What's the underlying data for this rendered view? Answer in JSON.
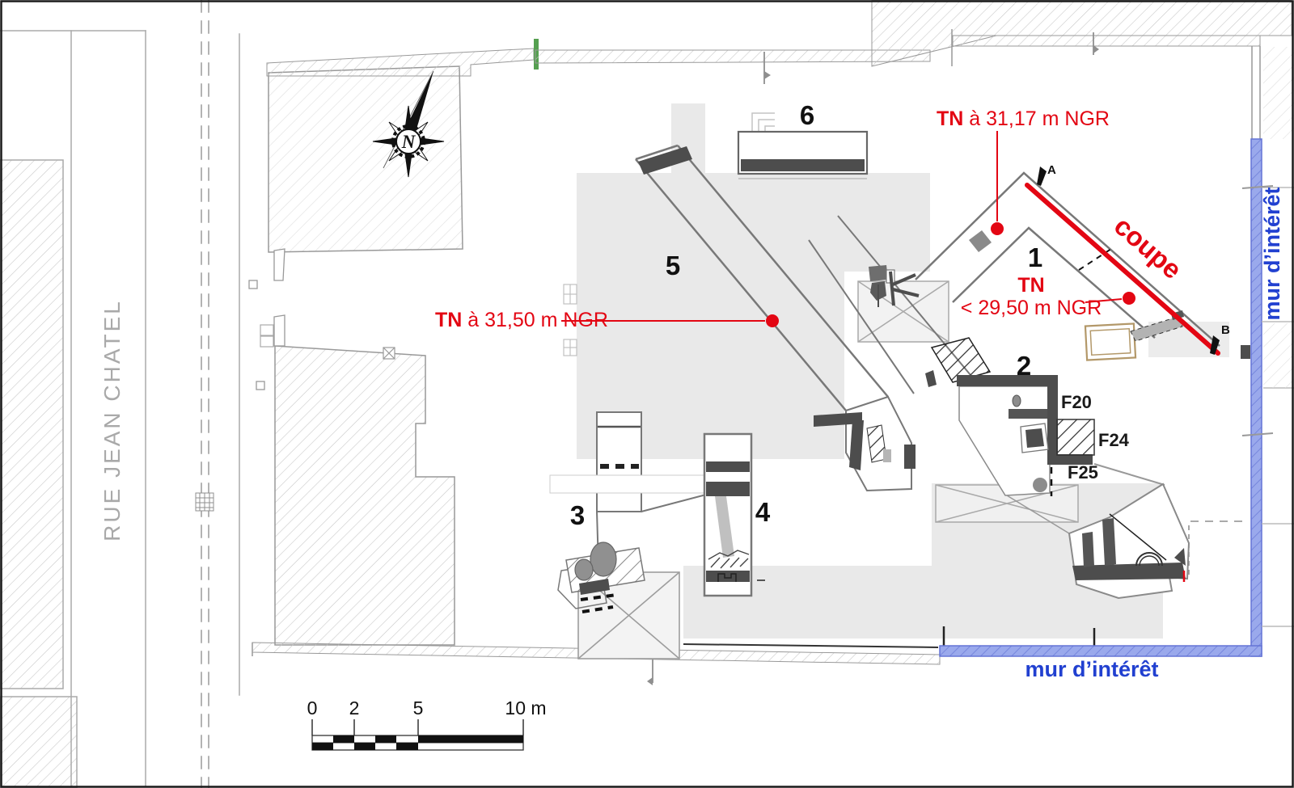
{
  "street": {
    "name": "RUE JEAN CHATEL"
  },
  "north_arrow": {
    "letter": "N"
  },
  "zones": [
    {
      "label": "1"
    },
    {
      "label": "2"
    },
    {
      "label": "3"
    },
    {
      "label": "4"
    },
    {
      "label": "5"
    },
    {
      "label": "6"
    }
  ],
  "features": [
    {
      "label": "F20"
    },
    {
      "label": "F24"
    },
    {
      "label": "F25"
    }
  ],
  "elevation_markers": [
    {
      "bold": "TN",
      "text": " à 31,17 m NGR"
    },
    {
      "bold": "TN",
      "text": " à 31,50 m NGR"
    },
    {
      "bold": "TN",
      "text": "<  29,50 m NGR"
    }
  ],
  "section": {
    "label": "coupe",
    "point_a": "A",
    "point_b": "B"
  },
  "walls_of_interest": {
    "right_label": "mur d’intérêt",
    "bottom_label": "mur d’intérêt"
  },
  "scale_bar": {
    "tick_labels": [
      "0",
      "2",
      "5",
      "10 m"
    ]
  },
  "colors": {
    "red": "#e30613",
    "blue_text": "#2140d0",
    "blue_wall_fill": "#93a3ea",
    "blue_wall_stroke": "#6474d6",
    "dark_wall": "#4d4d4d",
    "outline_gray": "#888888",
    "light_gray_area": "#e9e9e9",
    "tan": "#b39869"
  }
}
